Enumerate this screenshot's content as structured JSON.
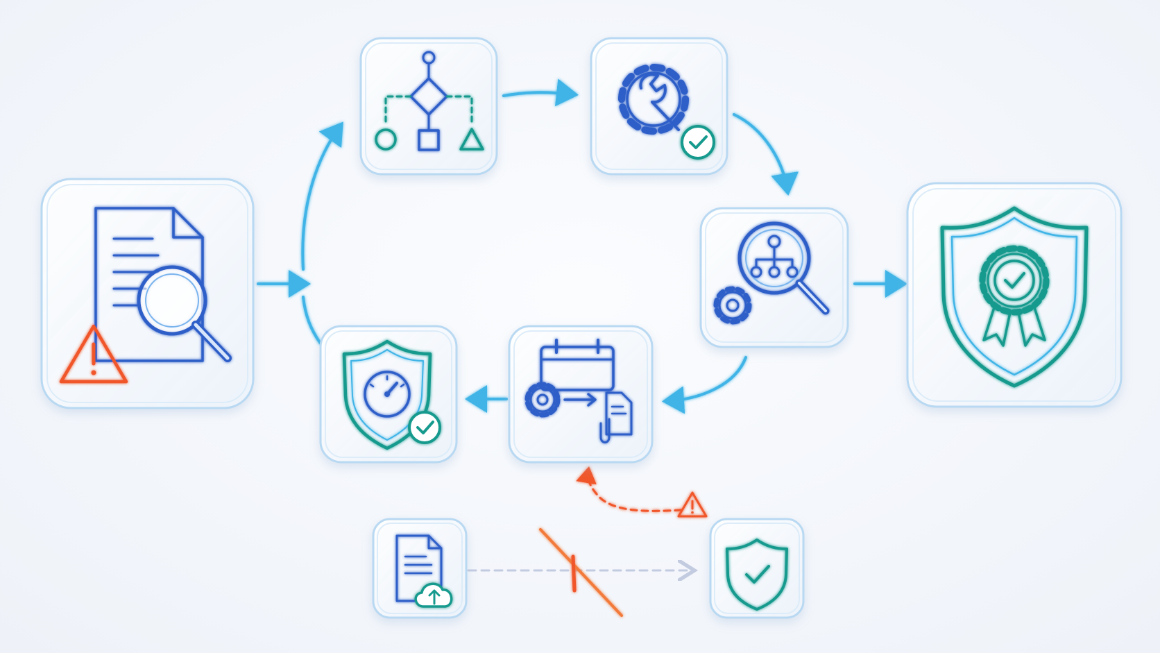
{
  "diagram": {
    "nodes": [
      {
        "id": "document-review",
        "icon": "document-magnifier-warning-icon",
        "status": "warning"
      },
      {
        "id": "workflow-design",
        "icon": "flowchart-icon"
      },
      {
        "id": "configuration-verified",
        "icon": "gear-wrench-check-icon",
        "status": "ok"
      },
      {
        "id": "hierarchy-analysis",
        "icon": "magnifier-hierarchy-gear-icon"
      },
      {
        "id": "certified-protection",
        "icon": "shield-badge-check-icon",
        "status": "ok"
      },
      {
        "id": "scheduled-processing",
        "icon": "calendar-gear-document-icon"
      },
      {
        "id": "performance-security",
        "icon": "shield-gauge-check-icon",
        "status": "ok"
      },
      {
        "id": "document-upload",
        "icon": "document-cloud-upload-icon"
      },
      {
        "id": "protected-target",
        "icon": "shield-check-icon",
        "status": "ok"
      }
    ],
    "edges": [
      {
        "from": "document-review",
        "to": "workflow-design",
        "style": "solid"
      },
      {
        "from": "workflow-design",
        "to": "configuration-verified",
        "style": "solid"
      },
      {
        "from": "configuration-verified",
        "to": "hierarchy-analysis",
        "style": "solid"
      },
      {
        "from": "hierarchy-analysis",
        "to": "certified-protection",
        "style": "solid"
      },
      {
        "from": "hierarchy-analysis",
        "to": "scheduled-processing",
        "style": "solid"
      },
      {
        "from": "scheduled-processing",
        "to": "performance-security",
        "style": "solid"
      },
      {
        "from": "performance-security",
        "to": "document-review",
        "style": "solid"
      },
      {
        "from": "document-upload",
        "to": "protected-target",
        "style": "dashed",
        "status": "blocked"
      },
      {
        "from": "warning-marker",
        "to": "scheduled-processing",
        "style": "dashed",
        "status": "warning"
      }
    ],
    "colors": {
      "tile_border": "#b9d9f2",
      "flow_arrow": "#3fb4e6",
      "icon_blue": "#2f5fc8",
      "icon_teal": "#169a8e",
      "warning": "#f0562a",
      "blocked_path": "#c3cbe0"
    }
  }
}
